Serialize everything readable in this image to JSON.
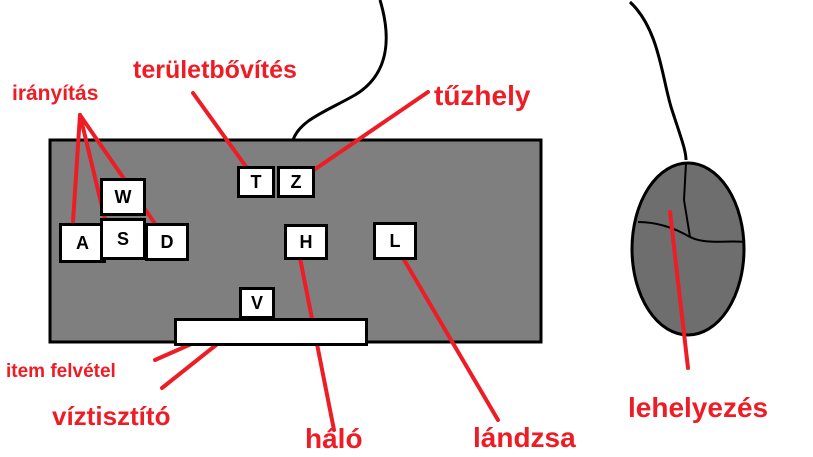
{
  "keys": {
    "w": "W",
    "a": "A",
    "s": "S",
    "d": "D",
    "t": "T",
    "z": "Z",
    "h": "H",
    "l": "L",
    "v": "V"
  },
  "labels": {
    "iranyitas": "irányítás",
    "teruletbovites": "területbővítés",
    "tuzhely": "tűzhely",
    "item_felvetel": "item felvétel",
    "viztisztito": "víztisztító",
    "halo": "háló",
    "landzsa": "lándzsa",
    "lehelyezes": "lehelyezés"
  },
  "colors": {
    "label_red": "#ee1c24",
    "keyboard_gray": "#7f7f7f",
    "mouse_gray": "#6e6e6e"
  }
}
